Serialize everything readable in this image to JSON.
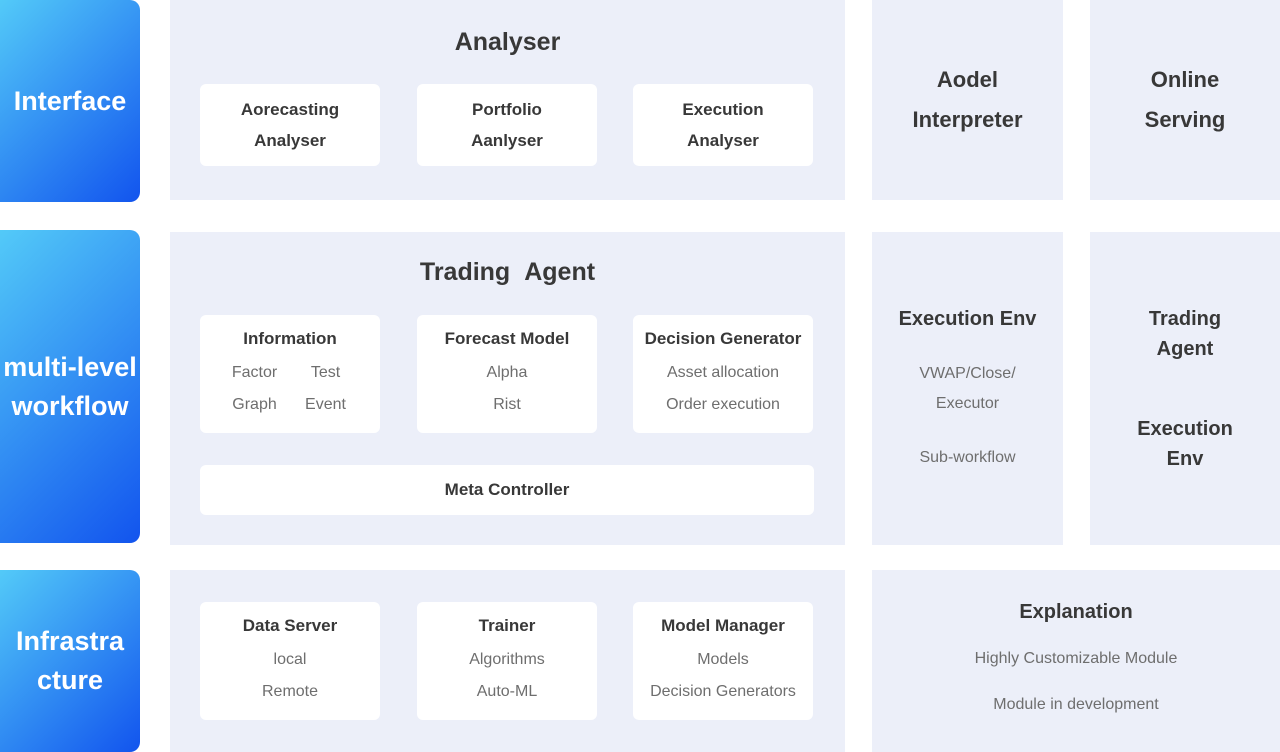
{
  "sidebar": {
    "items": [
      {
        "lines": [
          "Interface"
        ]
      },
      {
        "lines": [
          "multi-level",
          "workflow"
        ]
      },
      {
        "lines": [
          "Infrastra",
          "cture"
        ]
      }
    ]
  },
  "analyser_panel": {
    "title": "Analyser",
    "cards": [
      {
        "lines": [
          "Aorecasting",
          "Analyser"
        ]
      },
      {
        "lines": [
          "Portfolio",
          "Aanlyser"
        ]
      },
      {
        "lines": [
          "Execution",
          "Analyser"
        ]
      }
    ]
  },
  "model_interpreter_panel": {
    "lines": [
      "Aodel",
      "Interpreter"
    ]
  },
  "online_serving_panel": {
    "lines": [
      "Online",
      "Serving"
    ]
  },
  "trading_agent_panel": {
    "title": "Trading Agent",
    "cards": [
      {
        "title": "Information",
        "items": [
          "Factor",
          "Test",
          "Graph",
          "Event"
        ]
      },
      {
        "title": "Forecast Model",
        "items": [
          "Alpha",
          "Rist"
        ]
      },
      {
        "title": "Decision Generator",
        "items": [
          "Asset allocation",
          "Order execution"
        ]
      }
    ],
    "meta_controller": "Meta Controller"
  },
  "execution_env_panel": {
    "title": "Execution Env",
    "items": [
      "VWAP/Close/",
      "Executor",
      "Sub-workflow"
    ]
  },
  "trading_exec_panel": {
    "groups": [
      {
        "lines": [
          "Trading",
          "Agent"
        ]
      },
      {
        "lines": [
          "Execution",
          "Env"
        ]
      }
    ]
  },
  "infrastructure_panel": {
    "cards": [
      {
        "title": "Data Server",
        "items": [
          "local",
          "Remote"
        ]
      },
      {
        "title": "Trainer",
        "items": [
          "Algorithms",
          "Auto-ML"
        ]
      },
      {
        "title": "Model Manager",
        "items": [
          "Models",
          "Decision Generators"
        ]
      }
    ]
  },
  "explanation_panel": {
    "title": "Explanation",
    "items": [
      "Highly Customizable Module",
      "Module in development"
    ]
  },
  "colors": {
    "panel_bg": "#ECEFF9",
    "card_bg": "#FFFFFF",
    "title_text": "#383838",
    "muted_text": "#6E6E6E",
    "gradient_start": "#53CAF8",
    "gradient_end": "#1254EE"
  }
}
